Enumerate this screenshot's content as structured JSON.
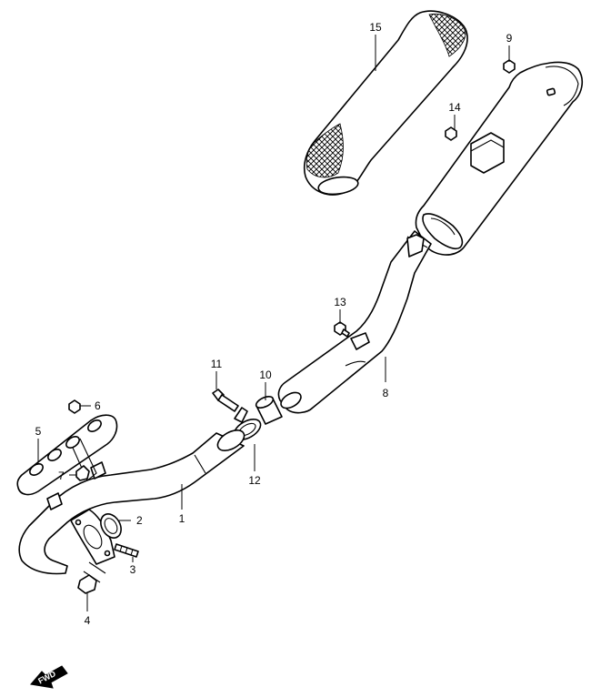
{
  "callouts": {
    "c1": "1",
    "c2": "2",
    "c3": "3",
    "c4": "4",
    "c5": "5",
    "c6": "6",
    "c7": "7",
    "c8": "8",
    "c9": "9",
    "c10": "10",
    "c11": "11",
    "c12": "12",
    "c13": "13",
    "c14": "14",
    "c15": "15"
  },
  "direction_badge": {
    "label": "FWD",
    "icon": "arrow-left-icon"
  },
  "colors": {
    "line": "#000000",
    "background": "#ffffff"
  }
}
